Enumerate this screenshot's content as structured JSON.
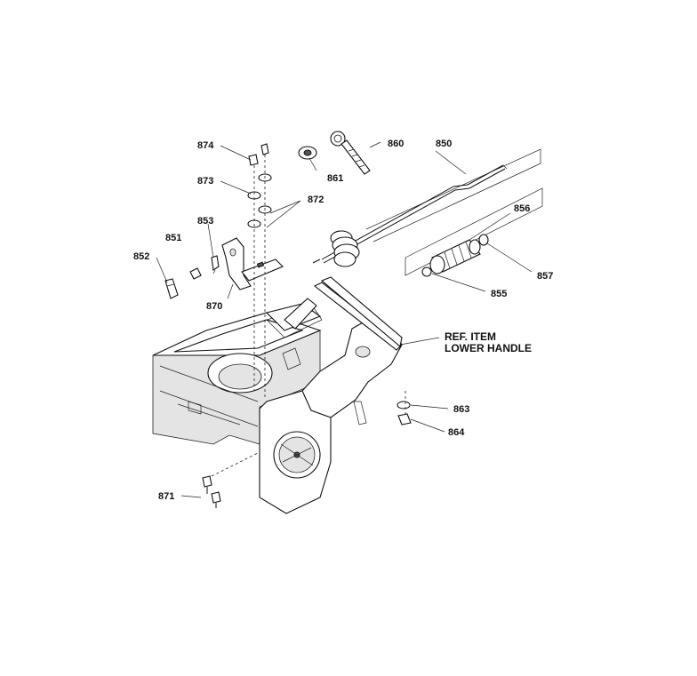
{
  "diagram": {
    "part_labels": {
      "p850": "850",
      "p851": "851",
      "p852": "852",
      "p853": "853",
      "p855": "855",
      "p856": "856",
      "p857": "857",
      "p860": "860",
      "p861": "861",
      "p863": "863",
      "p864": "864",
      "p870": "870",
      "p871": "871",
      "p872": "872",
      "p873": "873",
      "p874": "874"
    },
    "reference_note": {
      "line1": "REF. ITEM",
      "line2": "LOWER HANDLE"
    }
  }
}
